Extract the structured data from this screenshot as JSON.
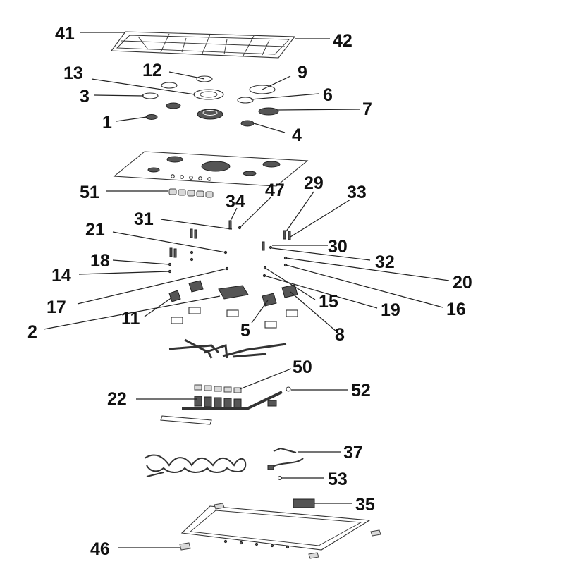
{
  "diagram": {
    "callouts": {
      "c41": "41",
      "c42": "42",
      "c12": "12",
      "c9": "9",
      "c13": "13",
      "c3": "3",
      "c6": "6",
      "c7": "7",
      "c1": "1",
      "c4": "4",
      "c51": "51",
      "c34": "34",
      "c47": "47",
      "c29": "29",
      "c33": "33",
      "c31": "31",
      "c21": "21",
      "c30": "30",
      "c18": "18",
      "c32": "32",
      "c14": "14",
      "c20": "20",
      "c17": "17",
      "c15": "15",
      "c16": "16",
      "c19": "19",
      "c11": "11",
      "c2": "2",
      "c5": "5",
      "c8": "8",
      "c50": "50",
      "c22": "22",
      "c52": "52",
      "c37": "37",
      "c53": "53",
      "c35": "35",
      "c46": "46"
    }
  }
}
